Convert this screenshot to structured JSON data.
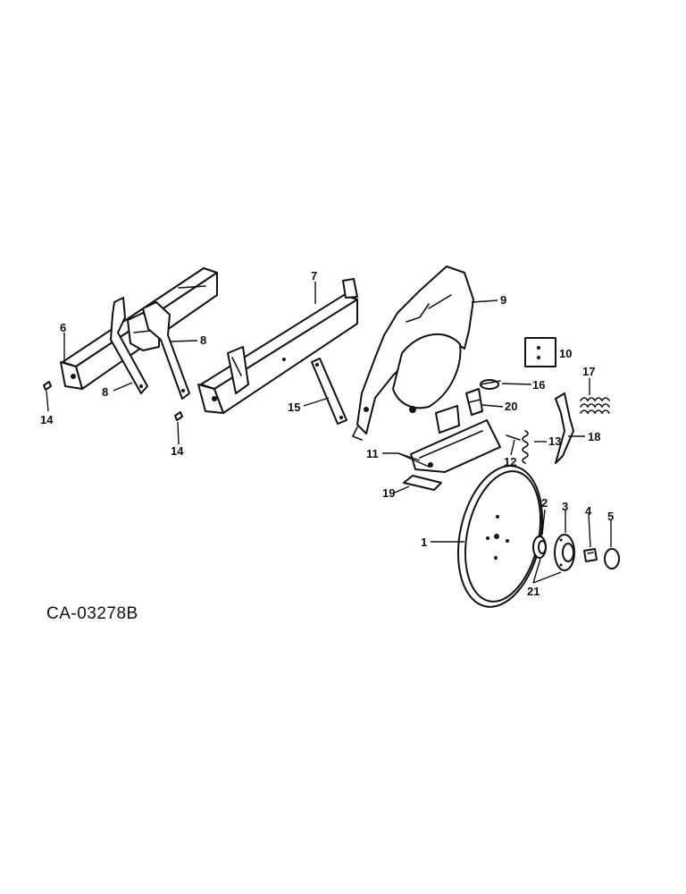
{
  "drawing_code": "CA-03278B",
  "callouts": {
    "c1": "1",
    "c2": "2",
    "c3": "3",
    "c4": "4",
    "c5": "5",
    "c6": "6",
    "c7": "7",
    "c8a": "8",
    "c8b": "8",
    "c9": "9",
    "c10": "10",
    "c11": "11",
    "c12": "12",
    "c13": "13",
    "c14a": "14",
    "c14b": "14",
    "c15": "15",
    "c16": "16",
    "c17": "17",
    "c18": "18",
    "c19": "19",
    "c20": "20",
    "c21": "21"
  }
}
